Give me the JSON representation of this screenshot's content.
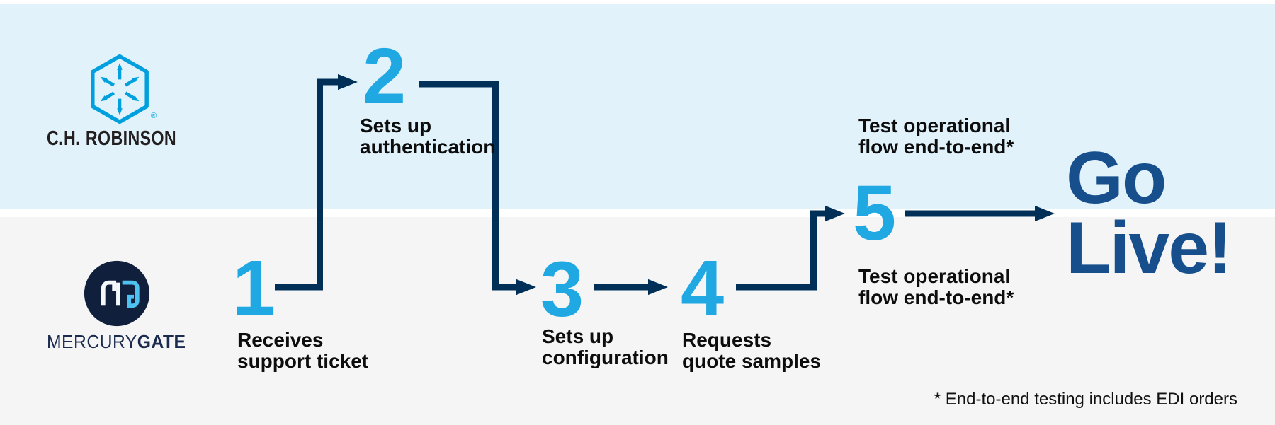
{
  "colors": {
    "accent_cyan": "#1FA8E2",
    "arrow_navy": "#003057",
    "go_live_navy": "#164F8C",
    "lane_top_bg": "#E1F2FB",
    "lane_bottom_bg": "#F5F5F6",
    "chr_blue": "#00A0DE",
    "chr_text": "#231F20",
    "mg_circle_navy": "#101F3C",
    "mg_monogram_cyan": "#4EC1F1",
    "mg_wordmark_navy": "#1B2B4D",
    "label_text": "#0D0D0D"
  },
  "lanes": {
    "top": {
      "logo_text": "C.H. ROBINSON",
      "reg_mark": "®"
    },
    "bottom": {
      "wordmark_regular": "MERCURY",
      "wordmark_bold": "GATE"
    }
  },
  "steps": [
    {
      "number": "1",
      "label_line1": "Receives",
      "label_line2": "support ticket"
    },
    {
      "number": "2",
      "label_line1": "Sets up",
      "label_line2": "authentication"
    },
    {
      "number": "3",
      "label_line1": "Sets up",
      "label_line2": "configuration"
    },
    {
      "number": "4",
      "label_line1": "Requests",
      "label_line2": "quote samples"
    },
    {
      "number": "5",
      "label_line1": "Test operational",
      "label_line2": "flow end-to-end*"
    }
  ],
  "go_live": {
    "line1": "Go",
    "line2": "Live!"
  },
  "footnote": "* End-to-end testing includes EDI orders"
}
